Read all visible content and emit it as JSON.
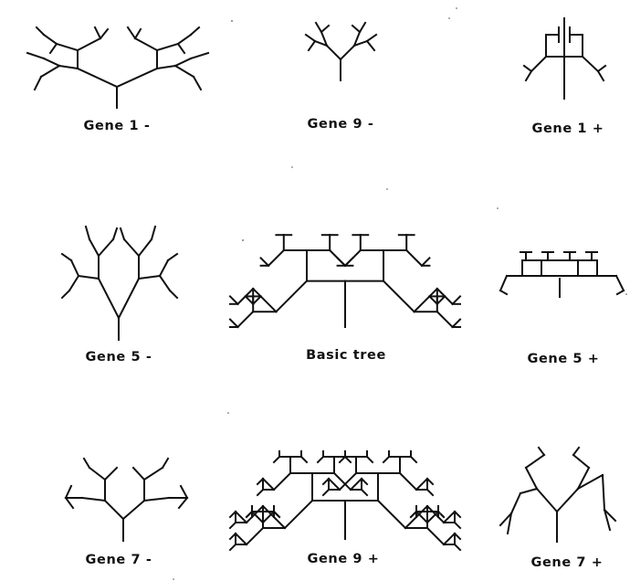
{
  "labels": {
    "gene1_minus": "Gene 1  -",
    "gene9_minus": "Gene 9 -",
    "gene1_plus": "Gene 1 +",
    "gene5_minus": "Gene 5 -",
    "basic_tree": "Basic tree",
    "gene5_plus": "Gene 5 +",
    "gene7_minus": "Gene 7 -",
    "gene9_plus": "Gene 9 +",
    "gene7_plus": "Gene 7 +"
  },
  "ink_color": "#111111"
}
